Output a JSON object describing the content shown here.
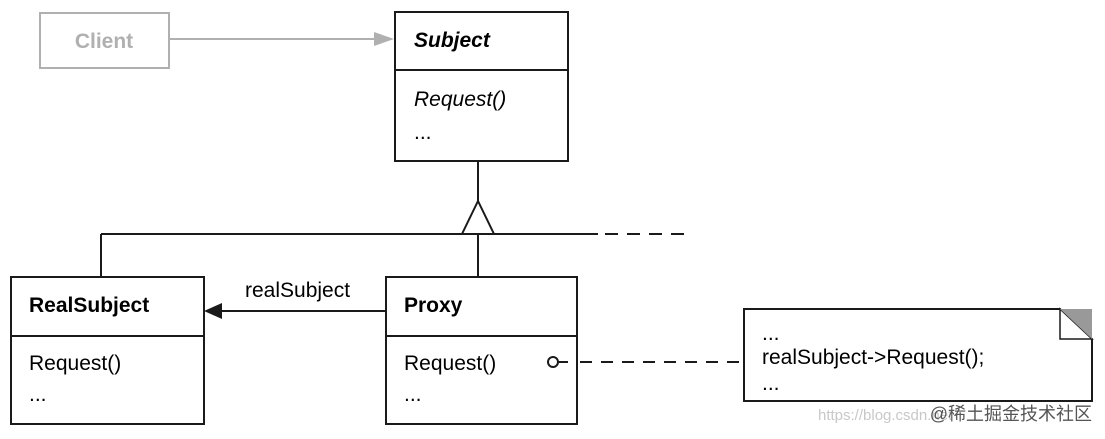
{
  "client": {
    "label": "Client"
  },
  "subject": {
    "name": "Subject",
    "operation": "Request()",
    "ellipsis": "..."
  },
  "real_subject": {
    "name": "RealSubject",
    "operation": "Request()",
    "ellipsis": "..."
  },
  "proxy": {
    "name": "Proxy",
    "operation": "Request()",
    "ellipsis": "..."
  },
  "association": {
    "label": "realSubject"
  },
  "note": {
    "line1": "...",
    "line2": "realSubject->Request();",
    "line3": "..."
  },
  "watermark": {
    "url": "https://blog.csdn.net",
    "brand": "@稀土掘金技术社区"
  },
  "colors": {
    "line": "#1a1a1a",
    "client_gray": "#b0b0b0",
    "note_corner": "#999999"
  }
}
